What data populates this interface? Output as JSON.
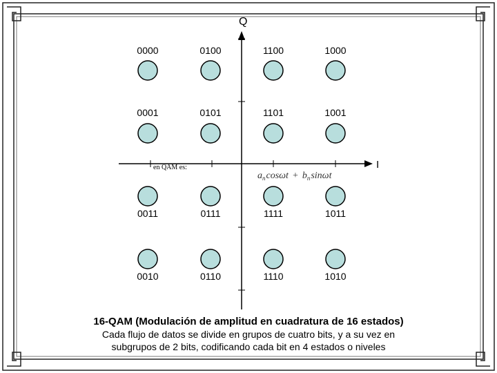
{
  "diagram": {
    "axis_q_label": "Q",
    "axis_i_label": "I",
    "overlay_text": "en QAM es:",
    "formula_parts": {
      "a": "a",
      "n1": "n",
      "cos": "cosωt",
      "plus": "+",
      "b": "b",
      "n2": "n",
      "sin": "sinωt"
    },
    "points": [
      {
        "label": "0000",
        "col": 0,
        "row": 0
      },
      {
        "label": "0100",
        "col": 1,
        "row": 0
      },
      {
        "label": "1100",
        "col": 2,
        "row": 0
      },
      {
        "label": "1000",
        "col": 3,
        "row": 0
      },
      {
        "label": "0001",
        "col": 0,
        "row": 1
      },
      {
        "label": "0101",
        "col": 1,
        "row": 1
      },
      {
        "label": "1101",
        "col": 2,
        "row": 1
      },
      {
        "label": "1001",
        "col": 3,
        "row": 1
      },
      {
        "label": "0011",
        "col": 0,
        "row": 2
      },
      {
        "label": "0111",
        "col": 1,
        "row": 2
      },
      {
        "label": "1111",
        "col": 2,
        "row": 2
      },
      {
        "label": "1011",
        "col": 3,
        "row": 2
      },
      {
        "label": "0010",
        "col": 0,
        "row": 3
      },
      {
        "label": "0110",
        "col": 1,
        "row": 3
      },
      {
        "label": "1110",
        "col": 2,
        "row": 3
      },
      {
        "label": "1010",
        "col": 3,
        "row": 3
      }
    ],
    "point_color": "#b8dedd"
  },
  "caption": {
    "title": "16-QAM (Modulación de amplitud en cuadratura de 16 estados)",
    "line1": "Cada flujo de datos se divide en grupos de cuatro bits, y a su vez en",
    "line2": "subgrupos de 2 bits, codificando cada bit en 4 estados o niveles"
  }
}
